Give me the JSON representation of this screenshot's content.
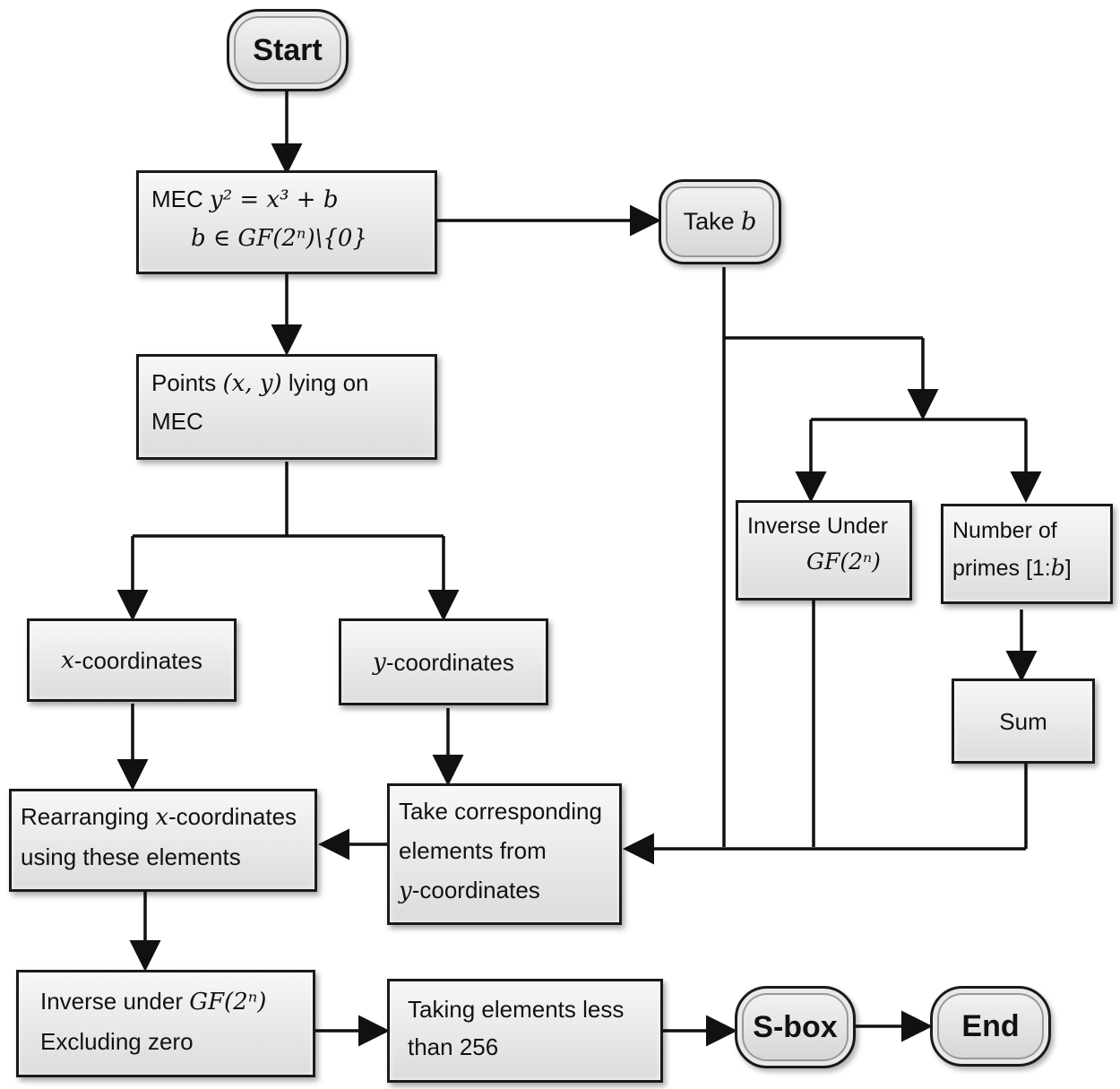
{
  "nodes": {
    "start": "Start",
    "mec_l1_prefix": "MEC ",
    "mec_l1_formula": "y² = x³ + b",
    "mec_l2_formula": "b ∈ GF(2ⁿ)\\{0}",
    "take_b_prefix": "Take ",
    "take_b_var": "b",
    "points_l1_prefix": "Points ",
    "points_l1_var": "(x, y)",
    "points_l1_suffix": " lying on",
    "points_l2": "MEC",
    "xcoord_var": "x",
    "xcoord_suffix": "-coordinates",
    "ycoord_var": "y",
    "ycoord_suffix": "-coordinates",
    "inv_under_l1": "Inverse Under",
    "inv_under_l2": "GF(2ⁿ)",
    "num_primes_l1": "Number of",
    "num_primes_l2_prefix": "primes [1:",
    "num_primes_l2_var": "b",
    "num_primes_l2_suffix": "]",
    "sum": "Sum",
    "take_corr_l1": "Take corresponding",
    "take_corr_l2": "elements from",
    "take_corr_l3_var": "y",
    "take_corr_l3_suffix": "-coordinates",
    "rearr_l1_prefix": "Rearranging ",
    "rearr_l1_var": "x",
    "rearr_l1_suffix": "-coordinates",
    "rearr_l2": "using these elements",
    "inv_excl_l1_prefix": "Inverse under ",
    "inv_excl_l1_formula": "GF(2ⁿ)",
    "inv_excl_l2": "Excluding zero",
    "taking_l1": "Taking elements less",
    "taking_l2": "than 256",
    "sbox": "S-box",
    "end": "End"
  },
  "colors": {
    "stroke": "#111111",
    "box_fill_top": "#f7f7f7",
    "box_fill_bottom": "#dcdcdc"
  }
}
